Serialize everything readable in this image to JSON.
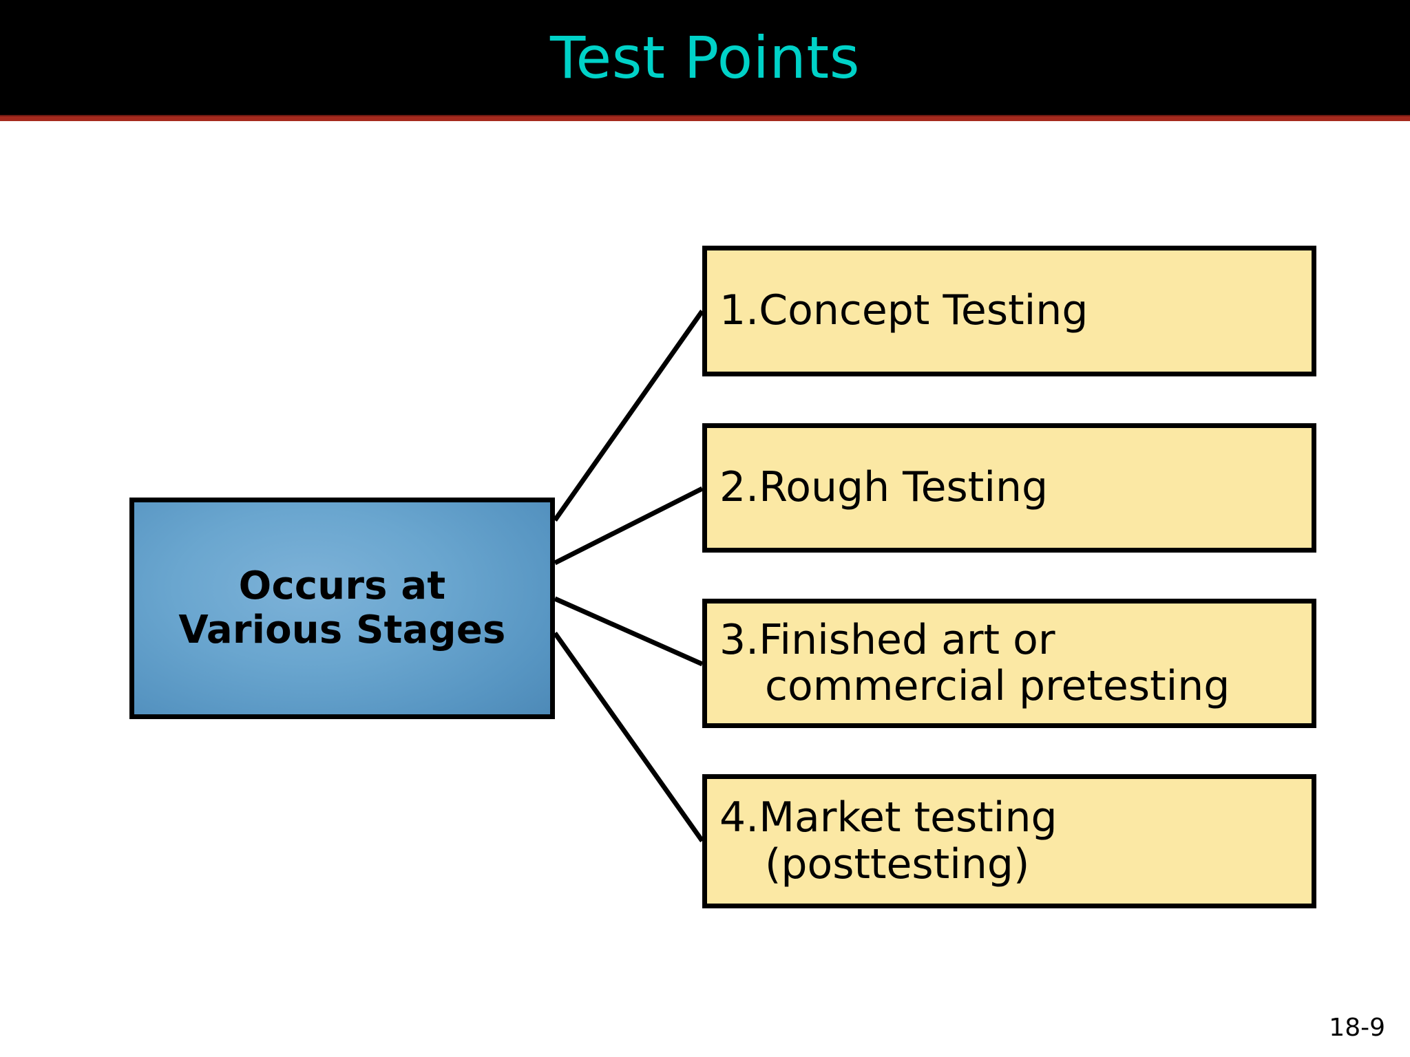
{
  "slide": {
    "title": "Test Points",
    "page_number": "18-9",
    "colors": {
      "header_background": "#000000",
      "title_text": "#00d2c8",
      "accent_rule": "#a52a1e",
      "source_box_fill": "#6aa6cf",
      "step_box_fill": "#fbe8a4",
      "outline": "#000000",
      "body_background": "#ffffff"
    }
  },
  "diagram": {
    "source": {
      "label": "Occurs at\nVarious Stages"
    },
    "steps": [
      {
        "number": "1.",
        "label": "1.Concept Testing",
        "line1": "1.Concept Testing",
        "line2": ""
      },
      {
        "number": "2.",
        "label": "2.Rough Testing",
        "line1": "2.Rough Testing",
        "line2": ""
      },
      {
        "number": "3.",
        "label": "3.Finished art or commercial pretesting",
        "line1": "3.Finished art or",
        "line2": "commercial pretesting"
      },
      {
        "number": "4.",
        "label": "4.Market testing (posttesting)",
        "line1": "4.Market testing",
        "line2": "(posttesting)"
      }
    ]
  }
}
